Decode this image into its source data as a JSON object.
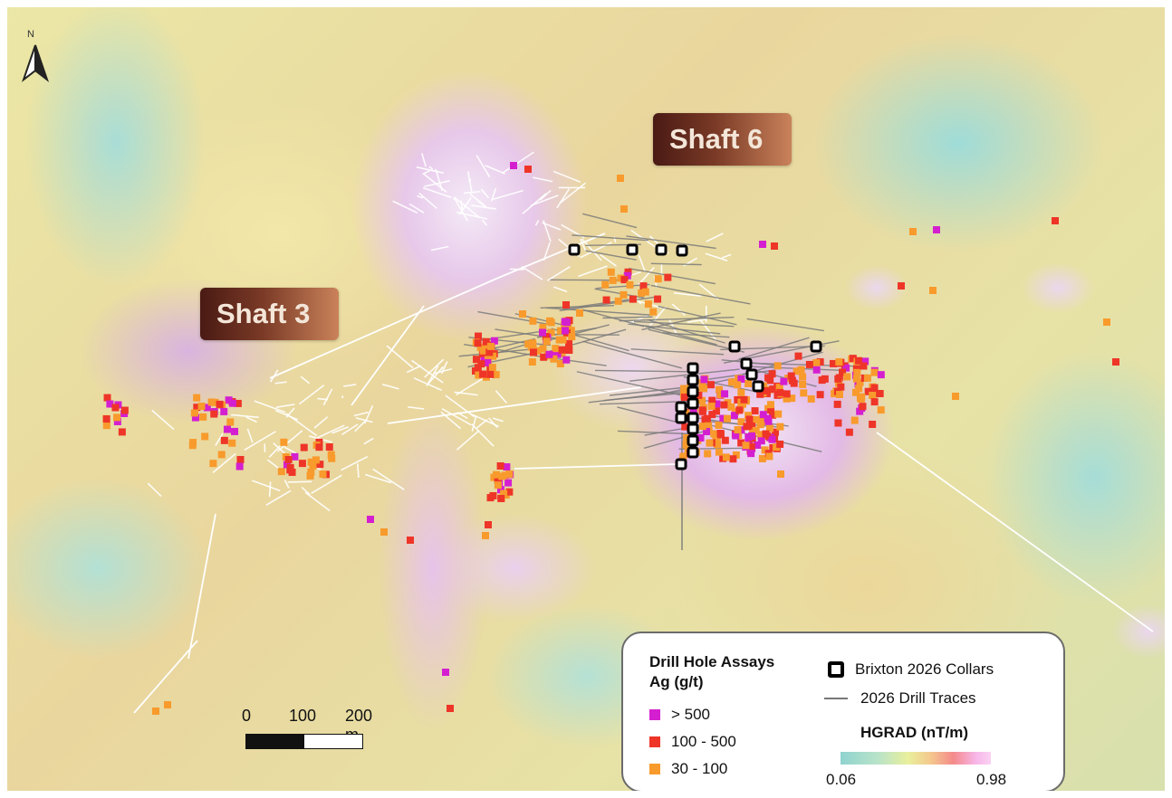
{
  "map": {
    "labels": {
      "shaft6": "Shaft 6",
      "shaft3": "Shaft 3",
      "north": "N"
    },
    "scale_bar": {
      "ticks": [
        "0",
        "100",
        "200 m"
      ]
    },
    "colors": {
      "assay_high": "#d41fd0",
      "assay_mid": "#ee3528",
      "assay_low": "#f89a2c",
      "collar": "#000000",
      "drill_trace": "#7a7a7a",
      "workings": "#ffffff"
    },
    "icons": [
      "north-arrow-icon",
      "collar-icon"
    ]
  },
  "legend": {
    "assays_title": "Drill Hole Assays",
    "assays_unit": "Ag (g/t)",
    "classes": [
      {
        "label": "> 500",
        "color": "#d41fd0"
      },
      {
        "label": "100 - 500",
        "color": "#ee3528"
      },
      {
        "label": "30 - 100",
        "color": "#f89a2c"
      }
    ],
    "collars_label": "Brixton 2026 Collars",
    "traces_label": "2026 Drill Traces",
    "hgrad_title": "HGRAD (nT/m)",
    "hgrad_min": "0.06",
    "hgrad_max": "0.98"
  }
}
